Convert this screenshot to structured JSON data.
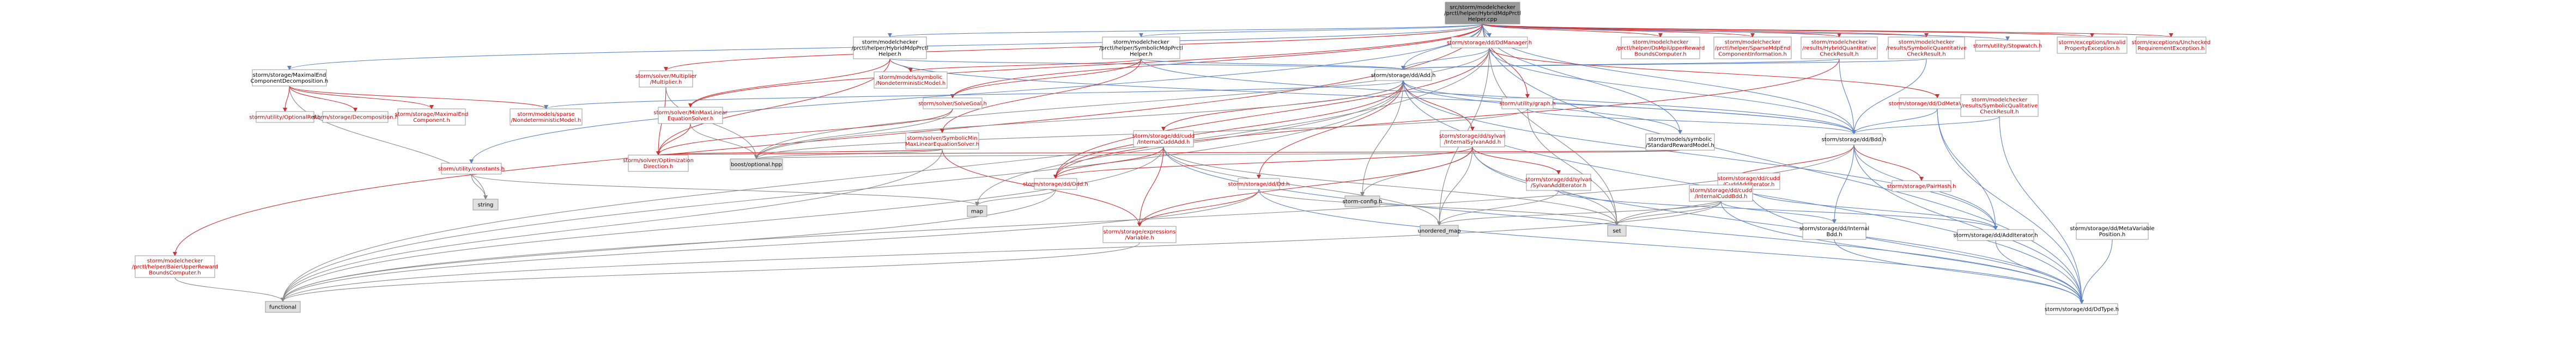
{
  "colors": {
    "root_fill": "#999999",
    "node_fill": "#ffffff",
    "node_border": "#999999",
    "gray_fill": "#e0e0e0",
    "text_default": "#000000",
    "text_red": "#cc0000",
    "edge_blue": "#5e84c6",
    "edge_red": "#cc3333",
    "edge_green": "#449944",
    "edge_orange": "#cc8833",
    "edge_gray": "#888888"
  },
  "nodes": [
    {
      "id": "root",
      "lines": [
        "src/storm/modelchecker",
        "/prctl/helper/HybridMdpPrctl",
        "Helper.cpp"
      ],
      "style": "root"
    },
    {
      "id": "hyb_mdp_h",
      "lines": [
        "storm/modelchecker",
        "/prctl/helper/HybridMdpPrctl",
        "Helper.h"
      ],
      "style": "normal"
    },
    {
      "id": "sym_mdp_h",
      "lines": [
        "storm/modelchecker",
        "/prctl/helper/SymbolicMdpPrctl",
        "Helper.h"
      ],
      "style": "normal"
    },
    {
      "id": "max_end",
      "lines": [
        "storm/storage/MaximalEnd",
        "ComponentDecomposition.h"
      ],
      "style": "normal"
    },
    {
      "id": "solver_mult",
      "lines": [
        "storm/solver/Multiplier",
        "/Multiplier.h"
      ],
      "style": "red"
    },
    {
      "id": "constants",
      "lines": [
        "storm/utility/constants.h"
      ],
      "style": "red"
    },
    {
      "id": "baier",
      "lines": [
        "storm/modelchecker",
        "/prctl/helper/BaierUpperReward",
        "BoundsComputer.h"
      ],
      "style": "red"
    },
    {
      "id": "dd_manager",
      "lines": [
        "storm/storage/dd/DdManager.h"
      ],
      "style": "red"
    },
    {
      "id": "ds_mpi",
      "lines": [
        "storm/modelchecker",
        "/prctl/helper/DsMpiUpperReward",
        "BoundsComputer.h"
      ],
      "style": "red"
    },
    {
      "id": "sparse_mdp_end",
      "lines": [
        "storm/modelchecker",
        "/prctl/helper/SparseMdpEnd",
        "ComponentInformation.h"
      ],
      "style": "red"
    },
    {
      "id": "hybrid_quant",
      "lines": [
        "storm/modelchecker",
        "/results/HybridQuantitative",
        "CheckResult.h"
      ],
      "style": "red"
    },
    {
      "id": "sym_quant",
      "lines": [
        "storm/modelchecker",
        "/results/SymbolicQuantitative",
        "CheckResult.h"
      ],
      "style": "red"
    },
    {
      "id": "stopwatch",
      "lines": [
        "storm/utility/Stopwatch.h"
      ],
      "style": "red"
    },
    {
      "id": "invalid_prop",
      "lines": [
        "storm/exceptions/Invalid",
        "PropertyException.h"
      ],
      "style": "red"
    },
    {
      "id": "unchecked_req",
      "lines": [
        "storm/exceptions/Unchecked",
        "RequirementException.h"
      ],
      "style": "red"
    },
    {
      "id": "optional_ref",
      "lines": [
        "storm/utility/OptionalRef.h"
      ],
      "style": "red"
    },
    {
      "id": "decomp",
      "lines": [
        "storm/storage/Decomposition.h"
      ],
      "style": "red"
    },
    {
      "id": "max_end_comp",
      "lines": [
        "storm/storage/MaximalEnd",
        "Component.h"
      ],
      "style": "red"
    },
    {
      "id": "nondet_sparse",
      "lines": [
        "storm/models/sparse",
        "/NondeterministicModel.h"
      ],
      "style": "red"
    },
    {
      "id": "solver_opt",
      "lines": [
        "storm/solver/Optimization",
        "Direction.h"
      ],
      "style": "red"
    },
    {
      "id": "string",
      "lines": [
        "string"
      ],
      "style": "gray"
    },
    {
      "id": "sym_nondet",
      "lines": [
        "storm/models/symbolic",
        "/NondeterministicModel.h"
      ],
      "style": "red"
    },
    {
      "id": "solve_goal",
      "lines": [
        "storm/solver/SolveGoal.h"
      ],
      "style": "red"
    },
    {
      "id": "min_max_lin",
      "lines": [
        "storm/solver/MinMaxLinear",
        "EquationSolver.h"
      ],
      "style": "red"
    },
    {
      "id": "sym_minmax",
      "lines": [
        "storm/solver/SymbolicMin",
        "MaxLinearEquationSolver.h"
      ],
      "style": "red"
    },
    {
      "id": "boost_opt",
      "lines": [
        "boost/optional.hpp"
      ],
      "style": "gray"
    },
    {
      "id": "graph_h",
      "lines": [
        "storm/utility/graph.h"
      ],
      "style": "red"
    },
    {
      "id": "add_h",
      "lines": [
        "storm/storage/dd/Add.h"
      ],
      "style": "normal"
    },
    {
      "id": "meta_var",
      "lines": [
        "storm/storage/dd/DdMetaVariable.h"
      ],
      "style": "red"
    },
    {
      "id": "sym_qual",
      "lines": [
        "storm/modelchecker",
        "/results/SymbolicQualitative",
        "CheckResult.h"
      ],
      "style": "red"
    },
    {
      "id": "std_reward",
      "lines": [
        "storm/models/symbolic",
        "/StandardRewardModel.h"
      ],
      "style": "normal"
    },
    {
      "id": "bdd_h",
      "lines": [
        "storm/storage/dd/Bdd.h"
      ],
      "style": "normal"
    },
    {
      "id": "cudd_int_add",
      "lines": [
        "storm/storage/dd/cudd",
        "/InternalCuddAdd.h"
      ],
      "style": "red"
    },
    {
      "id": "sylvan_int_add",
      "lines": [
        "storm/storage/dd/sylvan",
        "/InternalSylvanAdd.h"
      ],
      "style": "red"
    },
    {
      "id": "dd_h",
      "lines": [
        "storm/storage/dd/Dd.h"
      ],
      "style": "red"
    },
    {
      "id": "odd_h",
      "lines": [
        "storm/storage/dd/Odd.h"
      ],
      "style": "red"
    },
    {
      "id": "storm_config",
      "lines": [
        "storm-config.h"
      ],
      "style": "gray"
    },
    {
      "id": "sylvan_add_iter",
      "lines": [
        "storm/storage/dd/sylvan",
        "/SylvanAddIterator.h"
      ],
      "style": "red"
    },
    {
      "id": "cudd_add_iter",
      "lines": [
        "storm/storage/dd/cudd",
        "/CuddAddIterator.h"
      ],
      "style": "red"
    },
    {
      "id": "cudd_int_bdd",
      "lines": [
        "storm/storage/dd/cudd",
        "/InternalCuddBdd.h"
      ],
      "style": "red"
    },
    {
      "id": "pair_hash",
      "lines": [
        "storm/storage/PairHash.h"
      ],
      "style": "red"
    },
    {
      "id": "map",
      "lines": [
        "map"
      ],
      "style": "gray"
    },
    {
      "id": "expressions",
      "lines": [
        "storm/storage/expressions",
        "/Variable.h"
      ],
      "style": "red"
    },
    {
      "id": "unordered_map",
      "lines": [
        "unordered_map"
      ],
      "style": "gray"
    },
    {
      "id": "set",
      "lines": [
        "set"
      ],
      "style": "gray"
    },
    {
      "id": "internal_bdd",
      "lines": [
        "storm/storage/dd/Internal",
        "Bdd.h"
      ],
      "style": "normal"
    },
    {
      "id": "add_iter",
      "lines": [
        "storm/storage/dd/AddIterator.h"
      ],
      "style": "normal"
    },
    {
      "id": "meta_var_pos",
      "lines": [
        "storm/storage/dd/MetaVariable",
        "Position.h"
      ],
      "style": "normal"
    },
    {
      "id": "functional",
      "lines": [
        "functional"
      ],
      "style": "gray"
    },
    {
      "id": "dd_type",
      "lines": [
        "storm/storage/dd/DdType.h"
      ],
      "style": "normal"
    }
  ]
}
